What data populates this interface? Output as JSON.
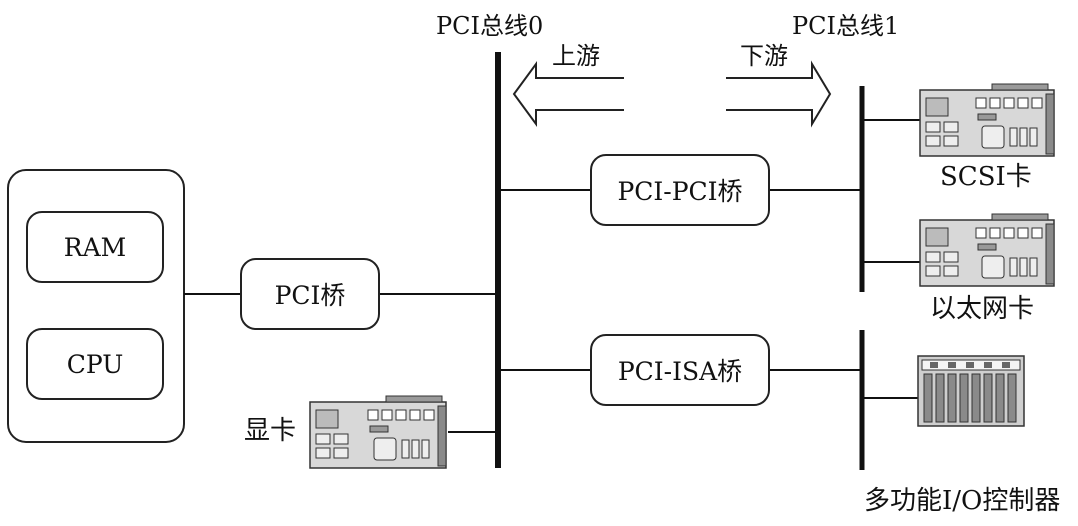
{
  "bus0_label": "PCI总线0",
  "bus1_label": "PCI总线1",
  "upstream_label": "上游",
  "downstream_label": "下游",
  "host_boxes": {
    "ram": "RAM",
    "cpu": "CPU"
  },
  "bridges": {
    "pci_bridge": "PCI桥",
    "pci_pci_bridge": "PCI-PCI桥",
    "pci_isa_bridge": "PCI-ISA桥"
  },
  "devices": {
    "graphics_card": "显卡",
    "scsi_card": "SCSI卡",
    "ethernet_card": "以太网卡",
    "io_controller": "多功能I/O控制器"
  },
  "colors": {
    "line": "#111111",
    "card_fill": "#d8d8d8",
    "chip_fill": "#8a8a8a"
  }
}
